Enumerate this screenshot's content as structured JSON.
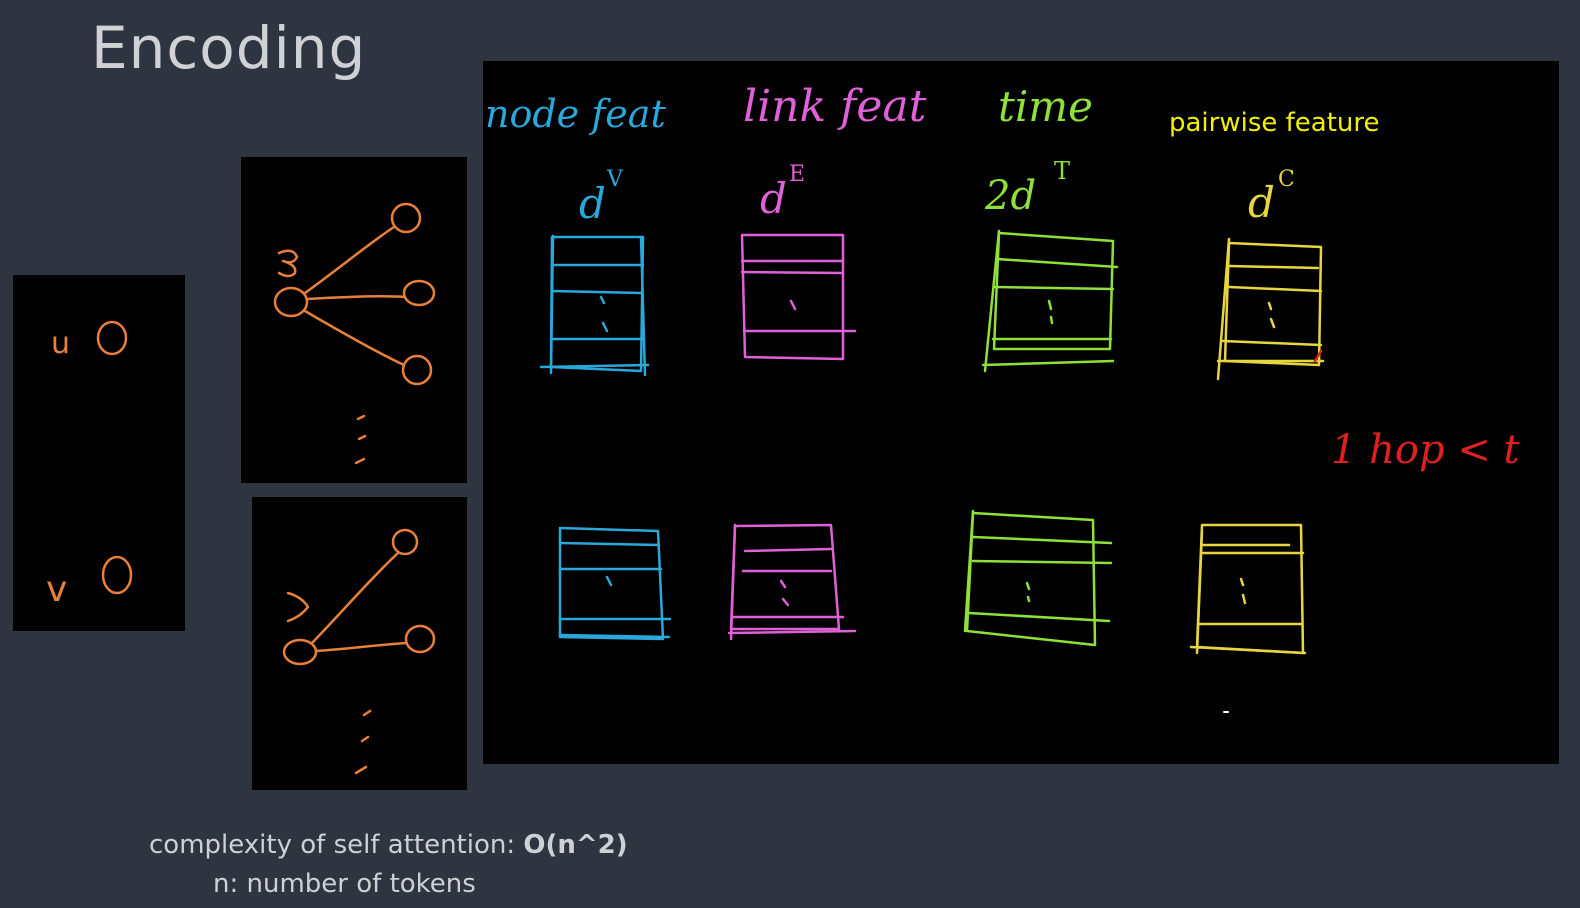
{
  "slide": {
    "title": "Encoding"
  },
  "uv_panel": {
    "u_label": "u",
    "v_label": "v"
  },
  "board": {
    "columns": [
      {
        "header": "node feat",
        "dim": "d",
        "dim_sup": "V",
        "color": "#29a8dc"
      },
      {
        "header": "link feat",
        "dim": "d",
        "dim_sup": "E",
        "color": "#e060d8"
      },
      {
        "header": "time",
        "dim": "2d",
        "dim_sup": "T",
        "color": "#8ee03a"
      },
      {
        "header": "pairwise feature",
        "dim": "d",
        "dim_sup": "C",
        "color": "#e8d640"
      }
    ],
    "annotation": "1 hop < t",
    "annotation_color": "#e02020",
    "ink_orange": "#e8803a"
  },
  "footer": {
    "complexity_label": "complexity of self attention:",
    "complexity_value": "O(n^2)",
    "tokens_label": "n: number of tokens"
  }
}
